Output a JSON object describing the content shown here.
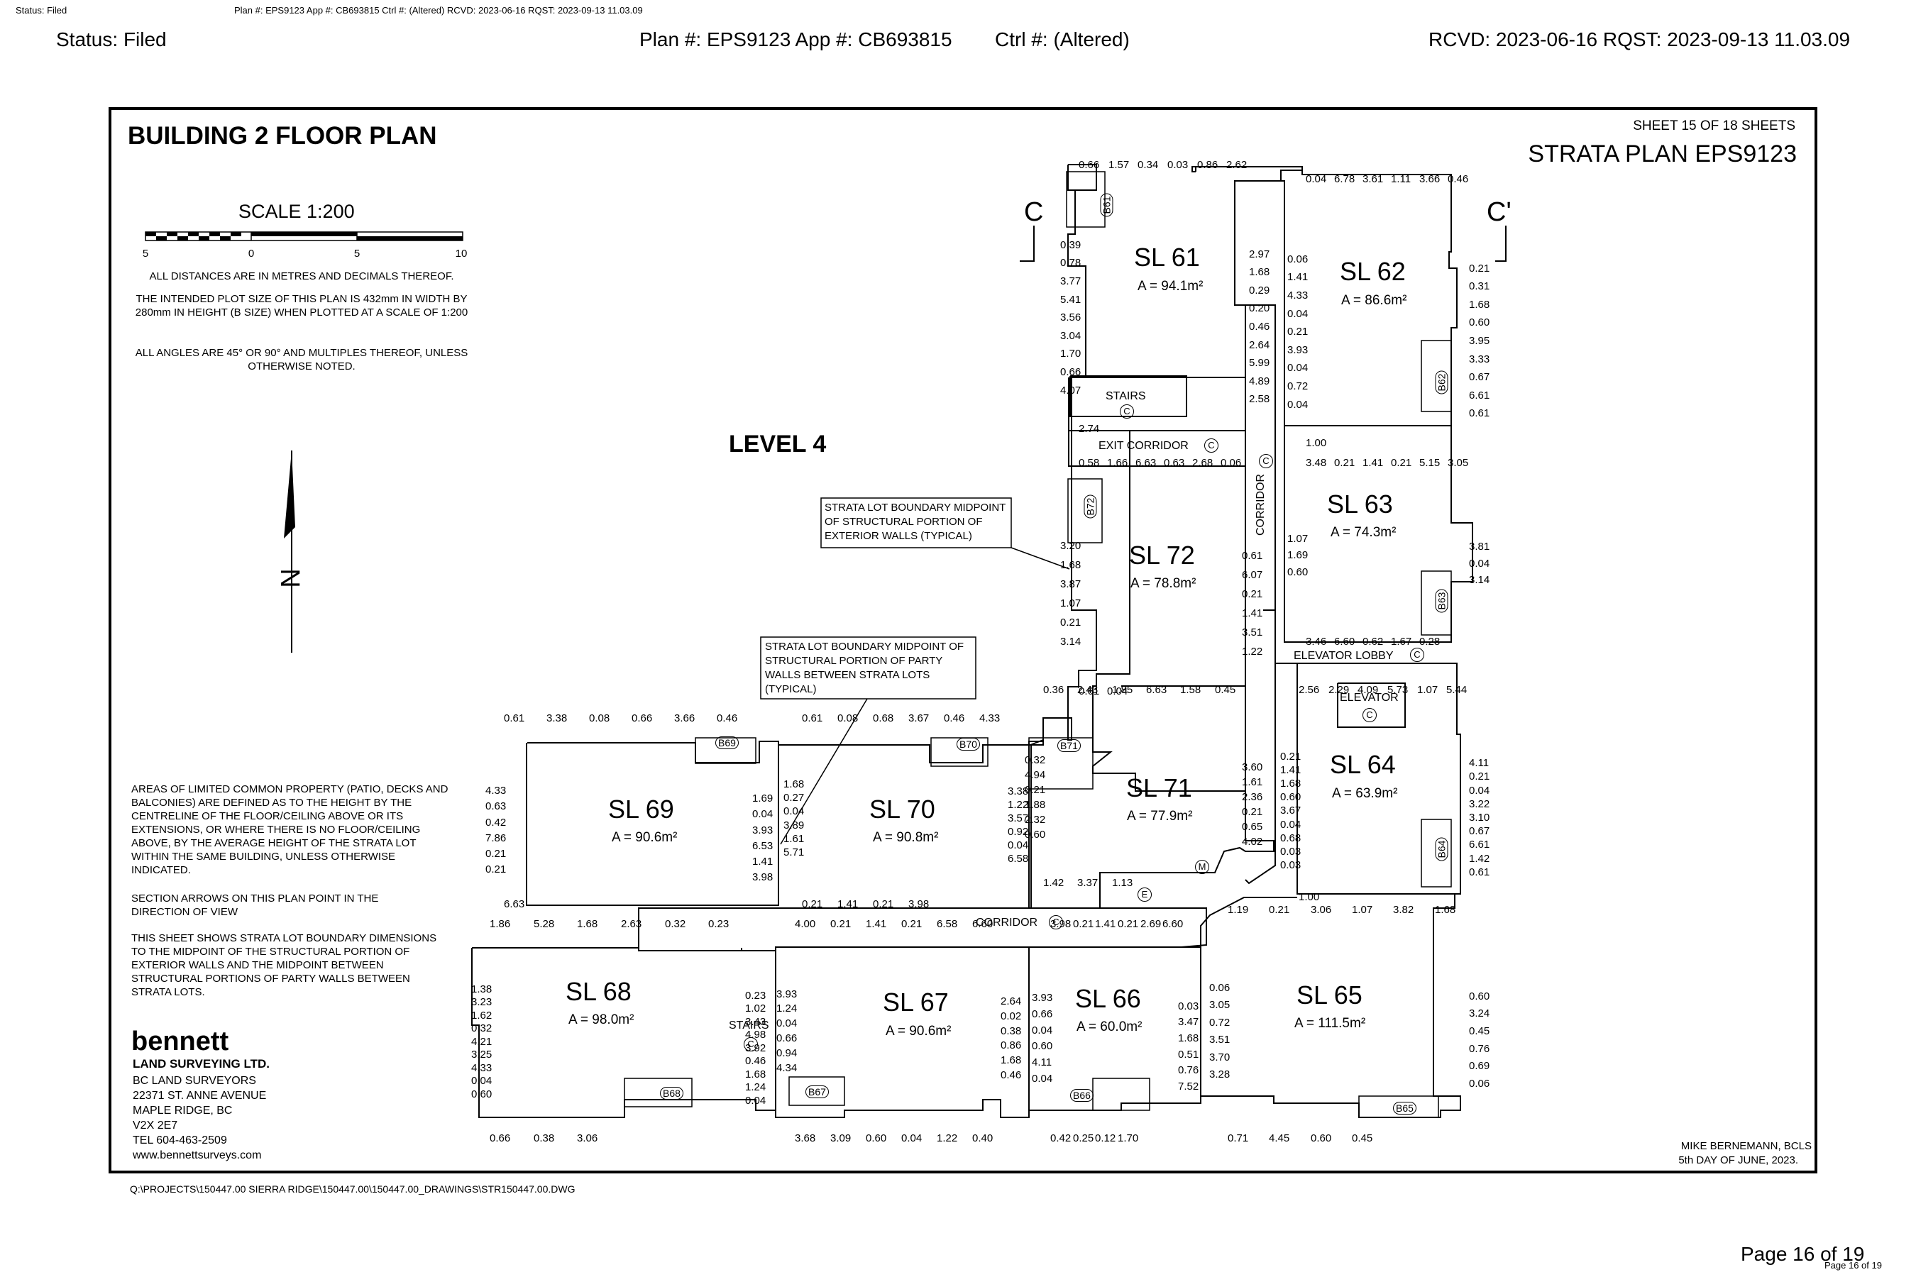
{
  "stamp": {
    "status": "Status: Filed",
    "plan": "Plan #: EPS9123 App #: CB693815",
    "ctrl": "Ctrl #:  (Altered)",
    "rcvd": "RCVD: 2023-06-16 RQST: 2023-09-13 11.03.09",
    "small_line": "Plan #: EPS9123 App #: CB693815    Ctrl #:  (Altered) RCVD: 2023-06-16 RQST: 2023-09-13 11.03.09"
  },
  "sheet": {
    "title": "BUILDING 2 FLOOR PLAN",
    "sheet_no": "SHEET 15 OF 18 SHEETS",
    "plan_name": "STRATA PLAN EPS9123",
    "level": "LEVEL 4",
    "section_left": "C",
    "section_right": "C'"
  },
  "scale": {
    "label": "SCALE  1:200",
    "ticks": [
      "5",
      "0",
      "5",
      "10"
    ],
    "note1": "ALL DISTANCES ARE IN METRES AND DECIMALS THEREOF.",
    "note2": "THE INTENDED PLOT SIZE OF THIS PLAN IS 432mm IN WIDTH BY 280mm IN HEIGHT (B SIZE) WHEN PLOTTED AT A SCALE OF 1:200",
    "note3": "ALL ANGLES ARE 45° OR 90° AND MULTIPLES THEREOF, UNLESS OTHERWISE NOTED."
  },
  "north_label": "N",
  "notes": {
    "lcp": "AREAS OF LIMITED COMMON PROPERTY (PATIO, DECKS AND BALCONIES) ARE DEFINED AS TO THE HEIGHT BY THE CENTRELINE OF THE FLOOR/CEILING ABOVE OR ITS EXTENSIONS, OR WHERE THERE IS NO FLOOR/CEILING ABOVE, BY THE AVERAGE HEIGHT OF THE STRATA LOT WITHIN THE SAME BUILDING, UNLESS OTHERWISE INDICATED.",
    "arrows": "SECTION ARROWS ON THIS PLAN POINT IN THE DIRECTION OF VIEW",
    "boundary": "THIS SHEET SHOWS STRATA LOT BOUNDARY DIMENSIONS TO THE MIDPOINT OF THE STRUCTURAL PORTION OF EXTERIOR WALLS AND THE MIDPOINT BETWEEN STRUCTURAL PORTIONS OF PARTY WALLS BETWEEN STRATA LOTS.",
    "callout_ext": "STRATA LOT BOUNDARY MIDPOINT OF STRUCTURAL PORTION OF EXTERIOR WALLS (TYPICAL)",
    "callout_party": "STRATA LOT BOUNDARY MIDPOINT OF STRUCTURAL PORTION OF PARTY WALLS BETWEEN STRATA LOTS (TYPICAL)"
  },
  "firm": {
    "name": "bennett",
    "sub": "LAND SURVEYING LTD.",
    "lines": [
      "BC LAND SURVEYORS",
      "22371 ST. ANNE AVENUE",
      "MAPLE RIDGE, BC",
      "V2X 2E7",
      "TEL 604-463-2509",
      "www.bennettsurveys.com"
    ]
  },
  "signature": {
    "name": "MIKE BERNEMANN, BCLS",
    "date": "5th DAY OF JUNE, 2023."
  },
  "file_path": "Q:\\PROJECTS\\150447.00 SIERRA RIDGE\\150447.00\\150447.00_DRAWINGS\\STR150447.00.DWG",
  "page": {
    "main": "Page 16 of 19",
    "small": "Page 16 of 19"
  },
  "lots": [
    {
      "id": "SL 61",
      "area": "A = 94.1m²"
    },
    {
      "id": "SL 62",
      "area": "A = 86.6m²"
    },
    {
      "id": "SL 63",
      "area": "A = 74.3m²"
    },
    {
      "id": "SL 72",
      "area": "A = 78.8m²"
    },
    {
      "id": "SL 71",
      "area": "A = 77.9m²"
    },
    {
      "id": "SL 64",
      "area": "A = 63.9m²"
    },
    {
      "id": "SL 69",
      "area": "A = 90.6m²"
    },
    {
      "id": "SL 70",
      "area": "A = 90.8m²"
    },
    {
      "id": "SL 68",
      "area": "A = 98.0m²"
    },
    {
      "id": "SL 67",
      "area": "A = 90.6m²"
    },
    {
      "id": "SL 66",
      "area": "A = 60.0m²"
    },
    {
      "id": "SL 65",
      "area": "A = 111.5m²"
    }
  ],
  "rooms": {
    "stairs": "STAIRS",
    "exit_corridor": "EXIT CORRIDOR",
    "corridor": "CORRIDOR",
    "elevator_lobby": "ELEVATOR LOBBY",
    "elevator": "ELEVATOR",
    "common_mark": "C",
    "e_mark": "E",
    "m_mark": "M"
  },
  "bike_lockers": [
    "B61",
    "B62",
    "B63",
    "B64",
    "B65",
    "B66",
    "B67",
    "B68",
    "B69",
    "B70",
    "B71",
    "B72"
  ],
  "dimensions": {
    "sl61": [
      "0.66",
      "1.57",
      "0.34",
      "0.03",
      "0.86",
      "2.62",
      "0.39",
      "2.97",
      "0.78",
      "1.68",
      "3.77",
      "0.29",
      "5.41",
      "0.20",
      "3.56",
      "0.46",
      "3.04",
      "2.64",
      "1.70",
      "5.99",
      "0.66",
      "4.89",
      "4.07",
      "2.58",
      "2.74"
    ],
    "sl62": [
      "0.04",
      "6.78",
      "3.61",
      "1.11",
      "3.66",
      "0.46",
      "0.06",
      "0.21",
      "1.41",
      "0.31",
      "4.33",
      "1.68",
      "0.04",
      "0.60",
      "0.21",
      "3.95",
      "3.93",
      "3.33",
      "0.04",
      "0.67",
      "0.72",
      "6.61",
      "0.04",
      "0.61",
      "1.00"
    ],
    "sl63": [
      "3.48",
      "0.21",
      "1.41",
      "0.21",
      "5.15",
      "3.05",
      "1.07",
      "3.81",
      "1.69",
      "0.04",
      "0.60",
      "3.14",
      "3.46",
      "6.60",
      "0.62",
      "1.67",
      "0.28"
    ],
    "sl72": [
      "0.58",
      "1.66",
      "6.63",
      "0.63",
      "2.68",
      "0.06",
      "3.20",
      "0.61",
      "1.68",
      "6.07",
      "3.87",
      "0.21",
      "1.07",
      "1.41",
      "0.21",
      "3.51",
      "3.14",
      "1.22",
      "0.61",
      "0.04"
    ],
    "sl71": [
      "0.36",
      "2.43",
      "1.85",
      "6.63",
      "1.58",
      "0.45",
      "0.32",
      "3.60",
      "4.94",
      "1.61",
      "0.21",
      "2.36",
      "1.88",
      "0.21",
      "2.32",
      "0.65",
      "0.60",
      "4.02",
      "1.42",
      "3.37",
      "1.13"
    ],
    "sl64": [
      "2.56",
      "2.29",
      "4.09",
      "5.73",
      "1.07",
      "5.44",
      "0.21",
      "4.11",
      "1.41",
      "0.21",
      "1.68",
      "0.04",
      "0.60",
      "3.22",
      "3.67",
      "3.10",
      "0.04",
      "0.67",
      "0.68",
      "6.61",
      "0.03",
      "1.42",
      "0.03",
      "0.61",
      "1.00"
    ],
    "sl69": [
      "0.61",
      "3.38",
      "0.08",
      "0.66",
      "3.66",
      "0.46",
      "4.33",
      "1.69",
      "0.63",
      "0.04",
      "0.42",
      "3.93",
      "7.86",
      "6.53",
      "0.21",
      "1.41",
      "0.21",
      "3.98",
      "6.63"
    ],
    "sl70": [
      "0.61",
      "0.08",
      "0.68",
      "3.67",
      "0.46",
      "4.33",
      "1.68",
      "3.38",
      "0.27",
      "1.22",
      "0.04",
      "3.57",
      "3.89",
      "0.92",
      "1.61",
      "0.04",
      "5.71",
      "6.58",
      "0.21",
      "1.41",
      "0.21",
      "3.98"
    ],
    "sl68": [
      "1.86",
      "5.28",
      "1.68",
      "2.63",
      "0.32",
      "0.23",
      "1.38",
      "0.23",
      "3.23",
      "1.02",
      "1.62",
      "3.43",
      "0.32",
      "4.98",
      "4.21",
      "3.92",
      "3.25",
      "0.46",
      "4.33",
      "1.68",
      "0.04",
      "1.24",
      "0.60",
      "0.04",
      "0.66",
      "0.38",
      "3.06"
    ],
    "sl67": [
      "4.00",
      "0.21",
      "1.41",
      "0.21",
      "6.58",
      "6.60",
      "3.93",
      "2.64",
      "1.24",
      "0.02",
      "0.04",
      "0.38",
      "0.66",
      "0.86",
      "0.94",
      "1.68",
      "4.34",
      "0.46",
      "3.68",
      "3.09",
      "0.60",
      "0.04",
      "1.22",
      "0.40"
    ],
    "sl66": [
      "3.98",
      "0.21",
      "1.41",
      "0.21",
      "2.69",
      "6.60",
      "3.93",
      "0.03",
      "0.66",
      "3.47",
      "0.04",
      "1.68",
      "0.60",
      "0.51",
      "4.11",
      "0.76",
      "0.04",
      "7.52",
      "0.42",
      "0.25",
      "0.12",
      "1.70"
    ],
    "sl65": [
      "1.19",
      "0.21",
      "3.06",
      "1.07",
      "3.82",
      "1.68",
      "0.06",
      "0.60",
      "3.05",
      "3.24",
      "0.72",
      "0.45",
      "3.51",
      "0.76",
      "3.70",
      "0.69",
      "3.28",
      "0.06",
      "0.71",
      "4.45",
      "0.60",
      "0.45"
    ]
  }
}
